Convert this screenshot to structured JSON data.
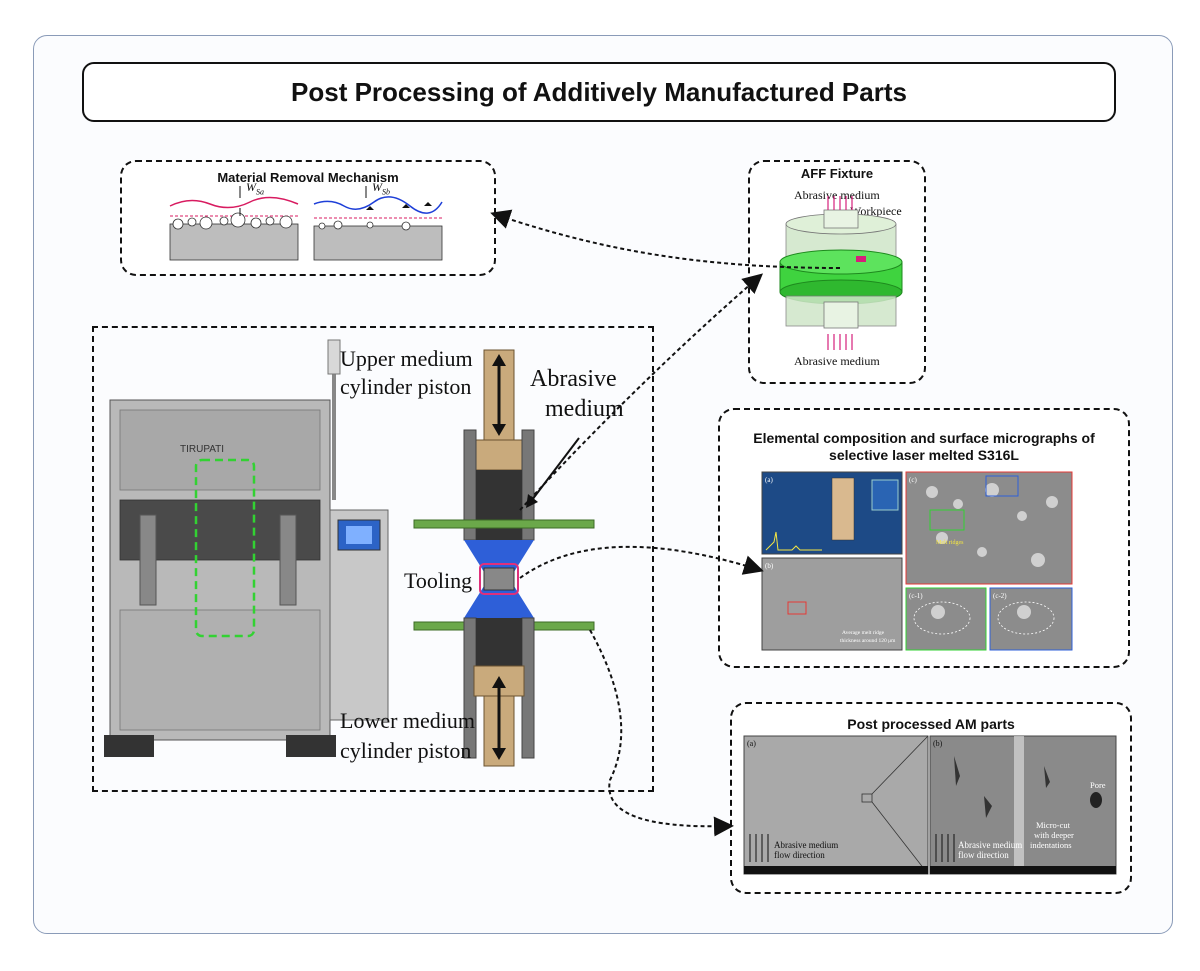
{
  "title": "Post Processing of Additively Manufactured Parts",
  "material_removal": {
    "title": "Material Removal Mechanism",
    "symbol_left": "W",
    "symbol_left_sub": "Sa",
    "symbol_right": "W",
    "symbol_right_sub": "Sb"
  },
  "aff_fixture": {
    "title": "AFF Fixture",
    "label_top": "Abrasive medium",
    "label_workpiece": "Workpiece",
    "label_bottom": "Abrasive medium"
  },
  "machine": {
    "brand": "TIRUPATI",
    "label_upper_line1": "Upper medium",
    "label_upper_line2": "cylinder piston",
    "label_abrasive_line1": "Abrasive",
    "label_abrasive_line2": "medium",
    "label_tooling": "Tooling",
    "label_lower_line1": "Lower medium",
    "label_lower_line2": "cylinder piston"
  },
  "micrographs": {
    "title_line1": "Elemental composition and surface micrographs of",
    "title_line2": "selective laser melted S316L",
    "panel_a": "(a)",
    "panel_b": "(b)",
    "panel_c": "(c)",
    "panel_c1": "(c-1)",
    "panel_c2": "(c-2)",
    "note_melt": "Melt ridges",
    "note_avg": "Average melt ridge",
    "note_avg2": "thickness around 120 μm"
  },
  "post_processed": {
    "title": "Post processed AM parts",
    "panel_a": "(a)",
    "panel_b": "(b)",
    "note_a_line1": "Abrasive medium",
    "note_a_line2": "flow direction",
    "note_b_line1": "Abrasive medium",
    "note_b_line2": "flow direction",
    "note_micro_line1": "Micro-cut",
    "note_micro_line2": "with deeper",
    "note_micro_line3": "indentations",
    "note_pore": "Pore"
  },
  "colors": {
    "frame": "#8a9bb8",
    "fixture_green": "#3fd33f",
    "tooling_blue": "#2e5fd8",
    "piston_tan": "#c9aa7c",
    "sem_blue": "#1d4a86",
    "highlight_pink": "#e0307a",
    "dashed_green": "#32d232"
  }
}
